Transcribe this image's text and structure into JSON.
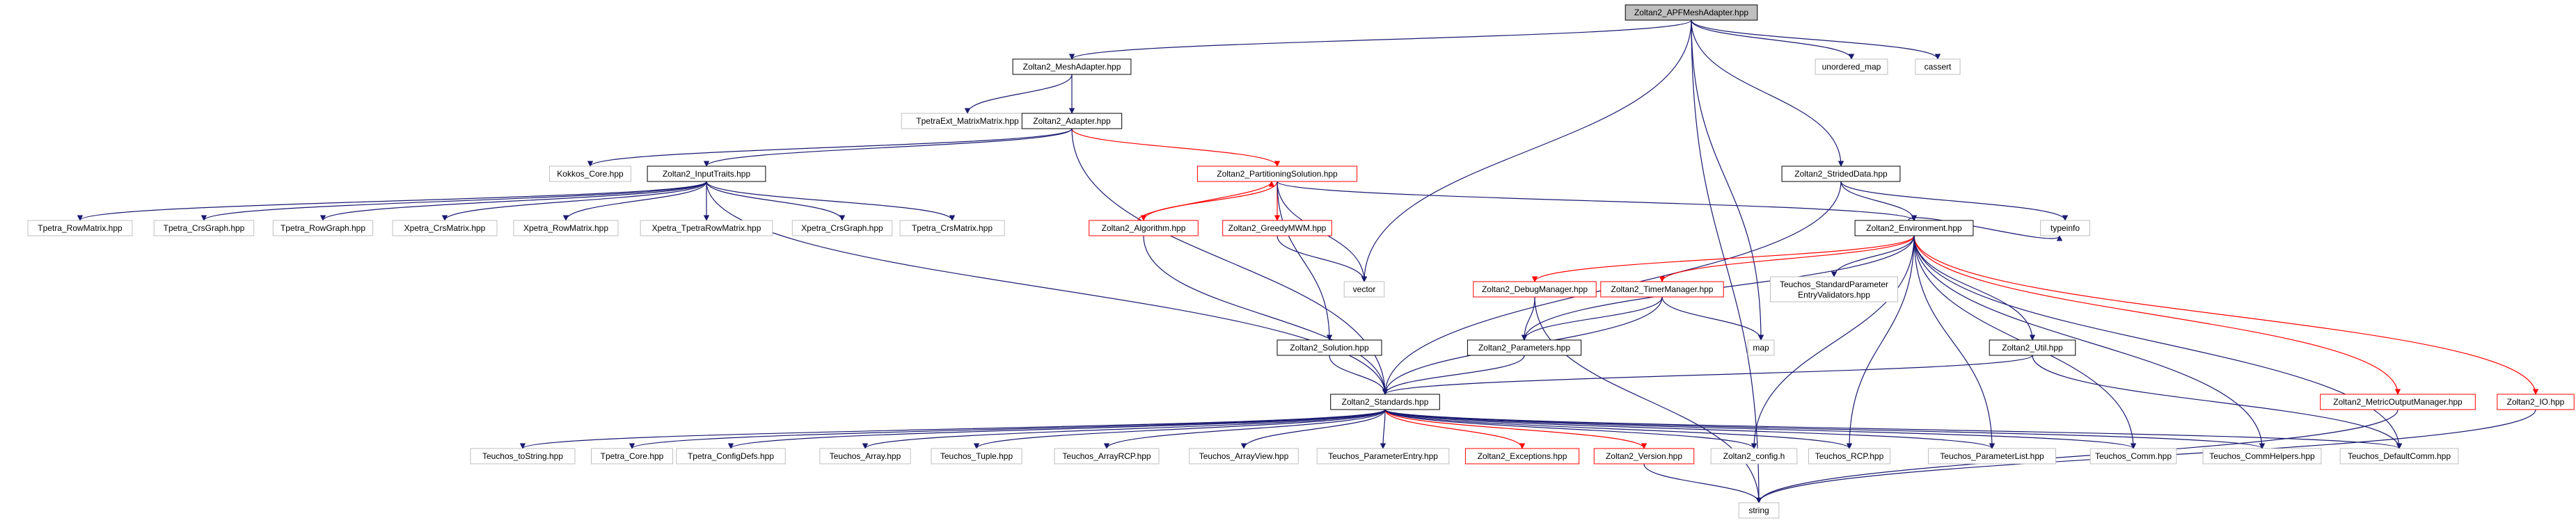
{
  "nodes": {
    "root": {
      "label": "Zoltan2_APFMeshAdapter.hpp",
      "style": "root"
    },
    "mesh_adapter": {
      "label": "Zoltan2_MeshAdapter.hpp",
      "style": "black"
    },
    "unordered_map": {
      "label": "unordered_map",
      "style": "gray"
    },
    "cassert": {
      "label": "cassert",
      "style": "gray"
    },
    "tpetraext": {
      "label": "TpetraExt_MatrixMatrix.hpp",
      "style": "gray"
    },
    "adapter": {
      "label": "Zoltan2_Adapter.hpp",
      "style": "black"
    },
    "kokkos_core": {
      "label": "Kokkos_Core.hpp",
      "style": "gray"
    },
    "input_traits": {
      "label": "Zoltan2_InputTraits.hpp",
      "style": "black"
    },
    "partitioning_solution": {
      "label": "Zoltan2_PartitioningSolution.hpp",
      "style": "red"
    },
    "strided_data": {
      "label": "Zoltan2_StridedData.hpp",
      "style": "black"
    },
    "tpetra_rowmatrix": {
      "label": "Tpetra_RowMatrix.hpp",
      "style": "gray"
    },
    "tpetra_crsgraph": {
      "label": "Tpetra_CrsGraph.hpp",
      "style": "gray"
    },
    "tpetra_rowgraph": {
      "label": "Tpetra_RowGraph.hpp",
      "style": "gray"
    },
    "xpetra_crsmatrix": {
      "label": "Xpetra_CrsMatrix.hpp",
      "style": "gray"
    },
    "xpetra_rowmatrix": {
      "label": "Xpetra_RowMatrix.hpp",
      "style": "gray"
    },
    "xpetra_tpetrarowmatrix": {
      "label": "Xpetra_TpetraRowMatrix.hpp",
      "style": "gray"
    },
    "xpetra_crsgraph": {
      "label": "Xpetra_CrsGraph.hpp",
      "style": "gray"
    },
    "tpetra_crsmatrix": {
      "label": "Tpetra_CrsMatrix.hpp",
      "style": "gray"
    },
    "algorithm": {
      "label": "Zoltan2_Algorithm.hpp",
      "style": "red"
    },
    "greedy_mwm": {
      "label": "Zoltan2_GreedyMWM.hpp",
      "style": "red"
    },
    "environment": {
      "label": "Zoltan2_Environment.hpp",
      "style": "black"
    },
    "typeinfo": {
      "label": "typeinfo",
      "style": "gray"
    },
    "vector": {
      "label": "vector",
      "style": "gray"
    },
    "debug_manager": {
      "label": "Zoltan2_DebugManager.hpp",
      "style": "red"
    },
    "timer_manager": {
      "label": "Zoltan2_TimerManager.hpp",
      "style": "red"
    },
    "teuchos_spev": {
      "label": "Teuchos_StandardParameter\nEntryValidators.hpp",
      "style": "gray"
    },
    "map": {
      "label": "map",
      "style": "gray"
    },
    "solution": {
      "label": "Zoltan2_Solution.hpp",
      "style": "black"
    },
    "parameters": {
      "label": "Zoltan2_Parameters.hpp",
      "style": "black"
    },
    "util": {
      "label": "Zoltan2_Util.hpp",
      "style": "black"
    },
    "metric_output_manager": {
      "label": "Zoltan2_MetricOutputManager.hpp",
      "style": "red"
    },
    "io": {
      "label": "Zoltan2_IO.hpp",
      "style": "red"
    },
    "standards": {
      "label": "Zoltan2_Standards.hpp",
      "style": "black"
    },
    "teuchos_tostring": {
      "label": "Teuchos_toString.hpp",
      "style": "gray"
    },
    "tpetra_core": {
      "label": "Tpetra_Core.hpp",
      "style": "gray"
    },
    "tpetra_configdefs": {
      "label": "Tpetra_ConfigDefs.hpp",
      "style": "gray"
    },
    "teuchos_array": {
      "label": "Teuchos_Array.hpp",
      "style": "gray"
    },
    "teuchos_tuple": {
      "label": "Teuchos_Tuple.hpp",
      "style": "gray"
    },
    "teuchos_arrayrcp": {
      "label": "Teuchos_ArrayRCP.hpp",
      "style": "gray"
    },
    "teuchos_arrayview": {
      "label": "Teuchos_ArrayView.hpp",
      "style": "gray"
    },
    "teuchos_parameterentry": {
      "label": "Teuchos_ParameterEntry.hpp",
      "style": "gray"
    },
    "exceptions": {
      "label": "Zoltan2_Exceptions.hpp",
      "style": "red"
    },
    "version": {
      "label": "Zoltan2_Version.hpp",
      "style": "red"
    },
    "config_h": {
      "label": "Zoltan2_config.h",
      "style": "gray"
    },
    "teuchos_rcp": {
      "label": "Teuchos_RCP.hpp",
      "style": "gray"
    },
    "teuchos_parameterlist": {
      "label": "Teuchos_ParameterList.hpp",
      "style": "gray"
    },
    "teuchos_comm": {
      "label": "Teuchos_Comm.hpp",
      "style": "gray"
    },
    "teuchos_commhelpers": {
      "label": "Teuchos_CommHelpers.hpp",
      "style": "gray"
    },
    "teuchos_defaultcomm": {
      "label": "Teuchos_DefaultComm.hpp",
      "style": "gray"
    },
    "string": {
      "label": "string",
      "style": "gray"
    }
  },
  "colors": {
    "edge": "#191970",
    "edge_red": "#ff0000",
    "root_fill": "#bfbfbf",
    "border_black": "#000000",
    "border_red": "#ff0000",
    "border_gray": "#bfbfbf"
  }
}
